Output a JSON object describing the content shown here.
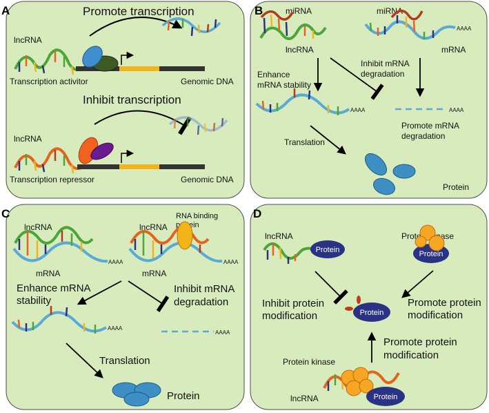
{
  "colors": {
    "panel_fill": "#d8ebbd",
    "panel_stroke": "#4c4c4c",
    "lncrna_green": "#4aa639",
    "lncrna_orange": "#e8621f",
    "mirna_red": "#b23b1a",
    "mrna_blue": "#5aa9d6",
    "protein_blue": "#3d8fc4",
    "protein_navy": "#2a3283",
    "kinase_orange": "#f5a623",
    "dna_dark": "#333333",
    "dna_yellow": "#f3b41b",
    "activator_blue": "#3f8fcf",
    "activator_green": "#3e5a23",
    "repressor_orange": "#f0621e",
    "repressor_purple": "#6a1b8e"
  },
  "panels": {
    "A": {
      "letter": "A",
      "promote_transcription": "Promote transcription",
      "inhibit_transcription": "Inhibit transcription",
      "lncrna_top": "lncRNA",
      "lncrna_bottom": "lncRNA",
      "transcription_activitor": "Transcription activitor",
      "transcription_repressor": "Transcription repressor",
      "genomic_dna_top": "Genomic DNA",
      "genomic_dna_bottom": "Genomic DNA"
    },
    "B": {
      "letter": "B",
      "mirna_left": "miRNA",
      "mirna_right": "miRNA",
      "lncrna": "lncRNA",
      "mrna": "mRNA",
      "enhance_line1": "Enhance",
      "enhance_line2": "mRNA stability",
      "inhibit_line1": "Inhibit mRNA",
      "inhibit_line2": "degradation",
      "promote_line1": "Promote mRNA",
      "promote_line2": "degradation",
      "translation": "Translation",
      "protein": "Protein",
      "polya_1": "AAAA",
      "polya_2": "AAAA",
      "polya_3": "AAAA"
    },
    "C": {
      "letter": "C",
      "lncrna_left": "lncRNA",
      "lncrna_right": "lncRNA",
      "rbp_line1": "RNA binding",
      "rbp_line2": "protein",
      "mrna_left": "mRNA",
      "mrna_right": "mRNA",
      "enhance_line1": "Enhance mRNA",
      "enhance_line2": "stability",
      "inhibit_line1": "Inhibit mRNA",
      "inhibit_line2": "degradation",
      "translation": "Translation",
      "protein": "Protein",
      "polya_1": "AAAA",
      "polya_2": "AAAA",
      "polya_3": "AAAA",
      "polya_4": "AAAA"
    },
    "D": {
      "letter": "D",
      "lncrna_top": "lncRNA",
      "protein_kinase_top": "Protein kinase",
      "protein_chip_1": "Protein",
      "protein_chip_2": "Protein",
      "protein_center": "Protein",
      "protein_chip_bottom": "Protein",
      "inhibit_line1": "Inhibit protein",
      "inhibit_line2": "modification",
      "promote_right_line1": "Promote protein",
      "promote_right_line2": "modification",
      "promote_bottom_line1": "Promote protein",
      "promote_bottom_line2": "modification",
      "protein_kinase_bottom": "Protein kinase",
      "lncrna_bottom": "lncRNA"
    }
  }
}
